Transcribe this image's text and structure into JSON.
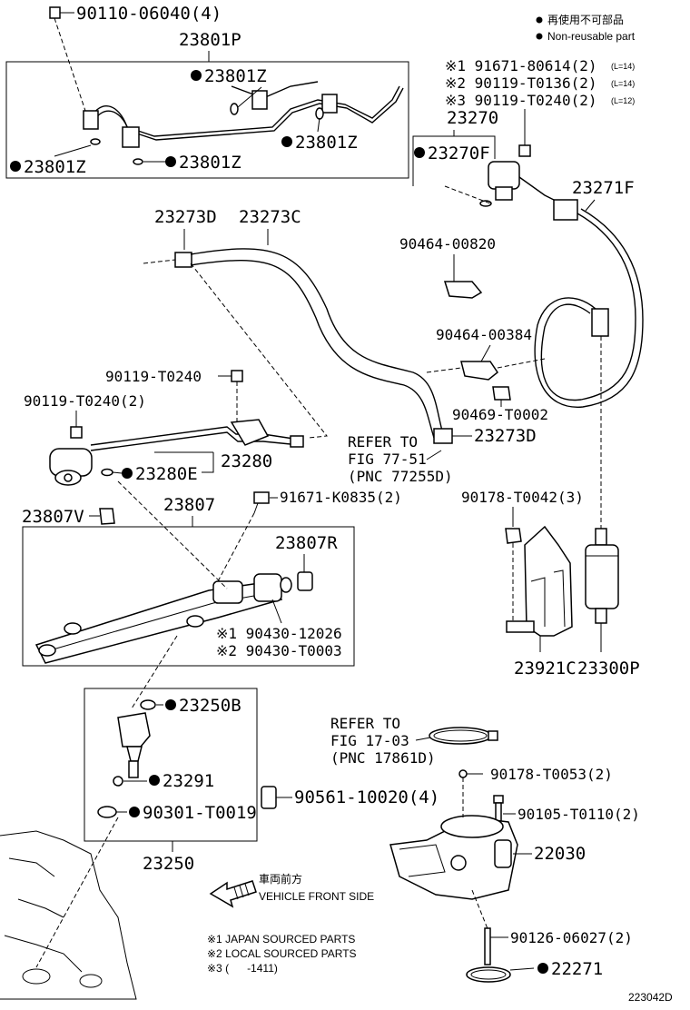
{
  "legend": {
    "non_reusable_jp": "再使用不可部品",
    "non_reusable_en": "Non-reusable part"
  },
  "notes": {
    "n1": "※1 JAPAN SOURCED PARTS",
    "n2": "※2 LOCAL SOURCED PARTS",
    "n3": "※3 (      -1411)"
  },
  "direction": {
    "jp": "車両前方",
    "en": "VEHICLE FRONT SIDE"
  },
  "diagram_id": "223042D",
  "refs": {
    "r1_line1": "REFER TO",
    "r1_line2": "FIG 77-51",
    "r1_line3": "(PNC 77255D)",
    "r2_line1": "REFER TO",
    "r2_line2": "FIG 17-03",
    "r2_line3": "(PNC 17861D)"
  },
  "parts": {
    "p90110": "90110-06040(4)",
    "p23801P": "23801P",
    "p23801Z_a": "23801Z",
    "p23801Z_b": "23801Z",
    "p23801Z_c": "23801Z",
    "p23801Z_d": "23801Z",
    "p91671_80614": "※1 91671-80614(2)",
    "p91671_80614_note": "(L=14)",
    "p90119_T0136": "※2 90119-T0136(2)",
    "p90119_T0136_note": "(L=14)",
    "p90119_T0240_3": "※3 90119-T0240(2)",
    "p90119_T0240_3_note": "(L=12)",
    "p23270": "23270",
    "p23270F": "23270F",
    "p23271F": "23271F",
    "p23273D_a": "23273D",
    "p23273C": "23273C",
    "p90464_00820": "90464-00820",
    "p90464_00384": "90464-00384",
    "p90469_T0002": "90469-T0002",
    "p90119_T0240": "90119-T0240",
    "p90119_T0240_2": "90119-T0240(2)",
    "p23273D_b": "23273D",
    "p23280": "23280",
    "p23280E": "23280E",
    "p23807V": "23807V",
    "p23807": "23807",
    "p91671_K0835": "91671-K0835(2)",
    "p90178_T0042": "90178-T0042(3)",
    "p23807R": "23807R",
    "p90430_12026": "※1 90430-12026",
    "p90430_T0003": "※2 90430-T0003",
    "p23921C": "23921C",
    "p23300P": "23300P",
    "p23250B": "23250B",
    "p23291": "23291",
    "p90301_T0019": "90301-T0019",
    "p23250": "23250",
    "p90561_10020": "90561-10020(4)",
    "p90178_T0053": "90178-T0053(2)",
    "p90105_T0110": "90105-T0110(2)",
    "p22030": "22030",
    "p90126_06027": "90126-06027(2)",
    "p22271": "22271"
  }
}
